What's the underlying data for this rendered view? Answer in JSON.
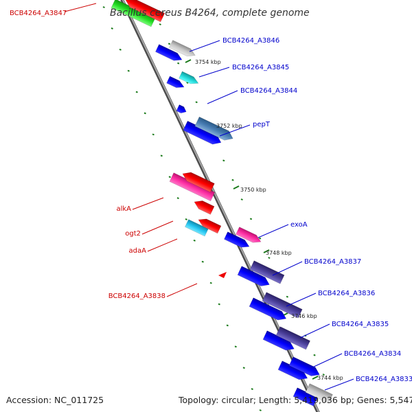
{
  "title": "Bacillus cereus B4264, complete genome",
  "footer": {
    "accession": "Accession: NC_011725",
    "summary": "Topology: circular; Length: 5,419,036 bp; Genes: 5,547"
  },
  "colors": {
    "backbone": "#808080",
    "tick": "#1a7a1a",
    "label_forward": "#0000cc",
    "label_reverse": "#cc0000"
  },
  "kbp_labels": [
    "3754 kbp",
    "3752 kbp",
    "3750 kbp",
    "3748 kbp",
    "3746 kbp",
    "3744 kbp"
  ],
  "genes": [
    {
      "label": "BCB4264_A3847",
      "strand": "reverse",
      "color": "#cc0000"
    },
    {
      "label": "BCB4264_A3846",
      "strand": "forward",
      "color": "#0000cc"
    },
    {
      "label": "BCB4264_A3845",
      "strand": "forward",
      "color": "#0000cc"
    },
    {
      "label": "BCB4264_A3844",
      "strand": "forward",
      "color": "#0000cc"
    },
    {
      "label": "pepT",
      "strand": "forward",
      "color": "#0000cc"
    },
    {
      "label": "alkA",
      "strand": "reverse",
      "color": "#cc0000"
    },
    {
      "label": "ogt2",
      "strand": "reverse",
      "color": "#cc0000"
    },
    {
      "label": "adaA",
      "strand": "reverse",
      "color": "#cc0000"
    },
    {
      "label": "exoA",
      "strand": "forward",
      "color": "#0000cc"
    },
    {
      "label": "BCB4264_A3838",
      "strand": "reverse",
      "color": "#cc0000"
    },
    {
      "label": "BCB4264_A3837",
      "strand": "forward",
      "color": "#0000cc"
    },
    {
      "label": "BCB4264_A3836",
      "strand": "forward",
      "color": "#0000cc"
    },
    {
      "label": "BCB4264_A3835",
      "strand": "forward",
      "color": "#0000cc"
    },
    {
      "label": "BCB4264_A3834",
      "strand": "forward",
      "color": "#0000cc"
    },
    {
      "label": "BCB4264_A3833",
      "strand": "forward",
      "color": "#0000cc"
    }
  ]
}
